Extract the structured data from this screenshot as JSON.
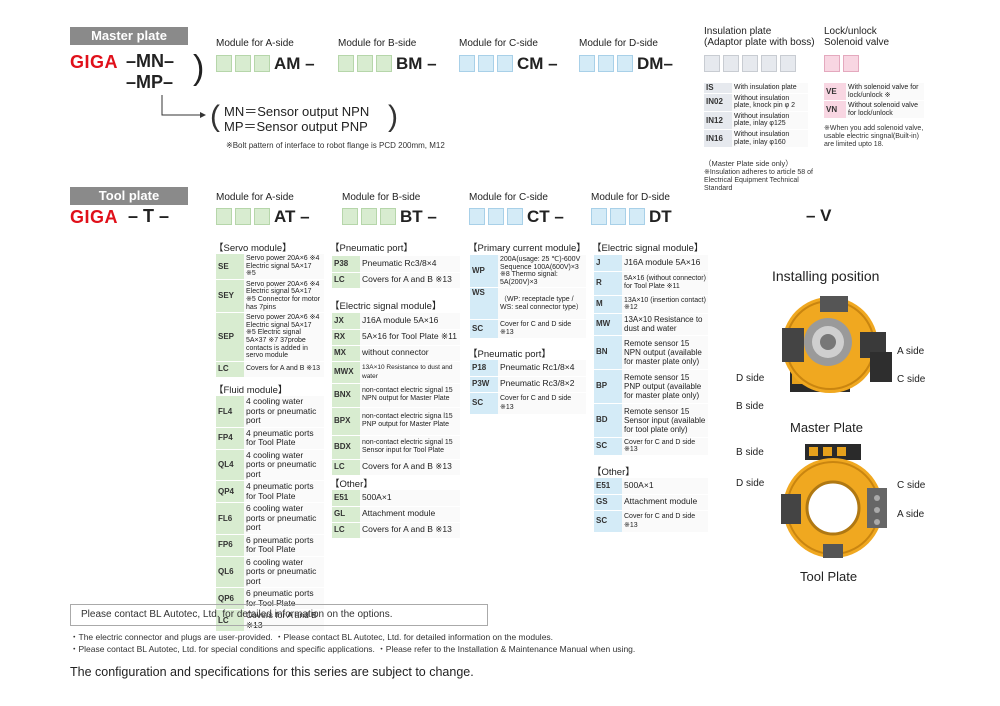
{
  "master": {
    "header": "Master plate",
    "giga": "GIGA",
    "mn": "–MN–",
    "mp": "–MP–",
    "brace": ")",
    "modules": [
      {
        "label": "Module for A-side",
        "suffix": "AM –"
      },
      {
        "label": "Module for B-side",
        "suffix": "BM –"
      },
      {
        "label": "Module for C-side",
        "suffix": "CM –"
      },
      {
        "label": "Module for D-side",
        "suffix": "DM–"
      }
    ],
    "insulation_label": [
      "Insulation plate",
      "(Adaptor plate with boss)"
    ],
    "lock_label": [
      "Lock/unlock",
      "Solenoid valve"
    ],
    "sensor_paren_open": "(",
    "sensor_paren_close": ")",
    "sensor_lines": [
      "MN＝Sensor output NPN",
      "MP＝Sensor output PNP"
    ],
    "bolt_note": "※Bolt pattern of interface to robot flange is PCD 200mm, M12"
  },
  "insulation": {
    "rows": [
      {
        "code": "IS",
        "desc": "With insulation plate"
      },
      {
        "code": "IN02",
        "desc": "Without insulation plate, knock pin φ 2"
      },
      {
        "code": "IN12",
        "desc": "Without insulation plate, inlay φ125"
      },
      {
        "code": "IN16",
        "desc": "Without insulation plate, inlay φ160"
      }
    ],
    "side_note": "（Master Plate side only）",
    "footnote": "※Insulation adheres to article 58 of Electrical Equipment Technical Standard"
  },
  "lock": {
    "rows": [
      {
        "code": "VE",
        "desc": "With solenoid valve for lock/unlock ※"
      },
      {
        "code": "VN",
        "desc": "Without solenoid valve for lock/unlock"
      }
    ],
    "footnote": "※When you add solenoid valve, usable electric singnal(Built-in) are limited upto 18."
  },
  "tool": {
    "header": "Tool plate",
    "giga": "GIGA",
    "t": "– T –",
    "modules": [
      {
        "label": "Module for A-side",
        "suffix": "AT –"
      },
      {
        "label": "Module for B-side",
        "suffix": "BT –"
      },
      {
        "label": "Module for C-side",
        "suffix": "CT –"
      },
      {
        "label": "Module for D-side",
        "suffix": "DT"
      }
    ],
    "v": "– V"
  },
  "servo": {
    "title": "【Servo module】",
    "rows": [
      {
        "code": "SE",
        "desc": "Servo power 20A×6 ※4 Electric signal 5A×17 ※5"
      },
      {
        "code": "SEY",
        "desc": "Servo power 20A×6 ※4 Electric signal 5A×17 ※5 Connector for motor has 7pins"
      },
      {
        "code": "SEP",
        "desc": "Servo power 20A×6 ※4 Electric signal 5A×17 ※5 Electric signal 5A×37 ※7 37probe contacts is added in servo module"
      },
      {
        "code": "LC",
        "desc": "Covers for A and B ※13"
      }
    ]
  },
  "fluid": {
    "title": "【Fluid module】",
    "rows": [
      {
        "code": "FL4",
        "desc": "4 cooling water ports or pneumatic port"
      },
      {
        "code": "FP4",
        "desc": "4 pneumatic ports for Tool Plate"
      },
      {
        "code": "QL4",
        "desc": "4 cooling water ports or pneumatic port"
      },
      {
        "code": "QP4",
        "desc": "4 pneumatic ports for Tool Plate"
      },
      {
        "code": "FL6",
        "desc": "6 cooling water ports or pneumatic port"
      },
      {
        "code": "FP6",
        "desc": "6 pneumatic ports for Tool Plate"
      },
      {
        "code": "QL6",
        "desc": "6 cooling water ports or pneumatic port"
      },
      {
        "code": "QP6",
        "desc": "6 pneumatic ports for Tool Plate"
      },
      {
        "code": "LC",
        "desc": "Covers for A and B ※13"
      }
    ]
  },
  "pneumatic_b": {
    "title": "【Pneumatic port】",
    "rows": [
      {
        "code": "P38",
        "desc": "Pneumatic Rc3/8×4"
      },
      {
        "code": "LC",
        "desc": "Covers for A and B ※13"
      }
    ]
  },
  "electric_b": {
    "title": "【Electric signal module】",
    "rows": [
      {
        "code": "JX",
        "desc": "J16A module  5A×16"
      },
      {
        "code": "RX",
        "desc": "5A×16 for Tool Plate ※11"
      },
      {
        "code": "MX",
        "desc": "without connector"
      },
      {
        "code": "MWX",
        "desc": "13A×10 Resistance to dust and water"
      },
      {
        "code": "BNX",
        "desc": "non-contact electric signal 15 NPN output for Master Plate"
      },
      {
        "code": "BPX",
        "desc": "non-contact electric signa l15 PNP output for Master Plate"
      },
      {
        "code": "BDX",
        "desc": "non-contact electric signal 15 Sensor input for Tool Plate"
      },
      {
        "code": "LC",
        "desc": "Covers for A and B ※13"
      }
    ]
  },
  "other_b": {
    "title": "【Other】",
    "rows": [
      {
        "code": "E51",
        "desc": "500A×1"
      },
      {
        "code": "GL",
        "desc": "Attachment module"
      },
      {
        "code": "LC",
        "desc": "Covers for A and B ※13"
      }
    ]
  },
  "primary_c": {
    "title": "【Primary current module】",
    "rows": [
      {
        "code": "WP",
        "desc": "200A(usage: 25 ℃)-600V Sequence 100A(600V)×3 ※8 Thermo signal: 5A(200V)×3"
      },
      {
        "code": "WS",
        "desc": "（WP: receptacle type / WS: seal connector type）"
      },
      {
        "code": "SC",
        "desc": "Cover for C and D side ※13"
      }
    ]
  },
  "pneumatic_c": {
    "title": "【Pneumatic port】",
    "rows": [
      {
        "code": "P18",
        "desc": "Pneumatic Rc1/8×4"
      },
      {
        "code": "P3W",
        "desc": "Pneumatic Rc3/8×2"
      },
      {
        "code": "SC",
        "desc": "Cover for C and D side ※13"
      }
    ]
  },
  "electric_d": {
    "title": "【Electric signal module】",
    "rows": [
      {
        "code": "J",
        "desc": "J16A module  5A×16"
      },
      {
        "code": "R",
        "desc": "5A×16 (without connector) for Tool Plate ※11"
      },
      {
        "code": "M",
        "desc": "13A×10 (insertion contact) ※12"
      },
      {
        "code": "MW",
        "desc": "13A×10 Resistance to dust and water"
      },
      {
        "code": "BN",
        "desc": "Remote sensor 15 NPN output (available for master plate only)"
      },
      {
        "code": "BP",
        "desc": "Remote sensor 15 PNP output (available for master plate only)"
      },
      {
        "code": "BD",
        "desc": "Remote sensor 15 Sensor input (available for tool plate only)"
      },
      {
        "code": "SC",
        "desc": "Cover for C and D side ※13"
      }
    ]
  },
  "other_d": {
    "title": "【Other】",
    "rows": [
      {
        "code": "E51",
        "desc": "500A×1"
      },
      {
        "code": "GS",
        "desc": "Attachment module"
      },
      {
        "code": "SC",
        "desc": "Cover for C and D side ※13"
      }
    ]
  },
  "installing": {
    "title": "Installing position",
    "master_caption": "Master Plate",
    "tool_caption": "Tool Plate",
    "labels_master": {
      "a": "A side",
      "b": "B side",
      "c": "C side",
      "d": "D side"
    },
    "labels_tool": {
      "a": "A side",
      "b": "B side",
      "c": "C side",
      "d": "D side"
    }
  },
  "footer": {
    "contact_box": "Please contact BL Autotec, Ltd. for detailed information on the options.",
    "notes1": "・The electric connector and plugs are user-provided.  ・Please contact BL Autotec, Ltd. for detailed information on the modules.",
    "notes2": "・Please contact BL Autotec, Ltd. for special conditions and specific applications.  ・Please refer to the Installation & Maintenance Manual when using.",
    "disclaimer": "The configuration and specifications for this  series  are subject to change."
  },
  "colors": {
    "giga_red": "#e0101a",
    "header_gray": "#8a8a8a",
    "green": "#d8ecd0",
    "blue": "#d4ebf7",
    "gray": "#e6e9ee",
    "pink": "#f8d6e2",
    "plate_orange": "#f0a820"
  }
}
